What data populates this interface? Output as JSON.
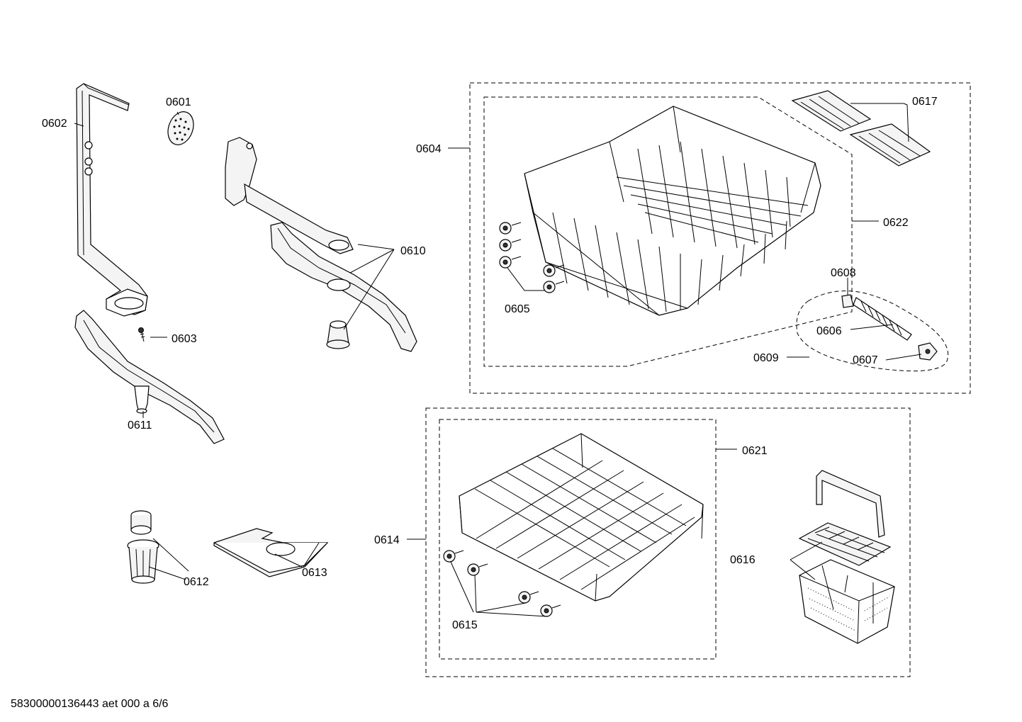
{
  "labels": {
    "p0601": "0601",
    "p0602": "0602",
    "p0603": "0603",
    "p0604": "0604",
    "p0605": "0605",
    "p0606": "0606",
    "p0607": "0607",
    "p0608": "0608",
    "p0609": "0609",
    "p0610": "0610",
    "p0611": "0611",
    "p0612": "0612",
    "p0613": "0613",
    "p0614": "0614",
    "p0615": "0615",
    "p0616": "0616",
    "p0617": "0617",
    "p0621": "0621",
    "p0622": "0622"
  },
  "footer": {
    "document_id": "58300000136443 aet 000 a 6/6"
  }
}
